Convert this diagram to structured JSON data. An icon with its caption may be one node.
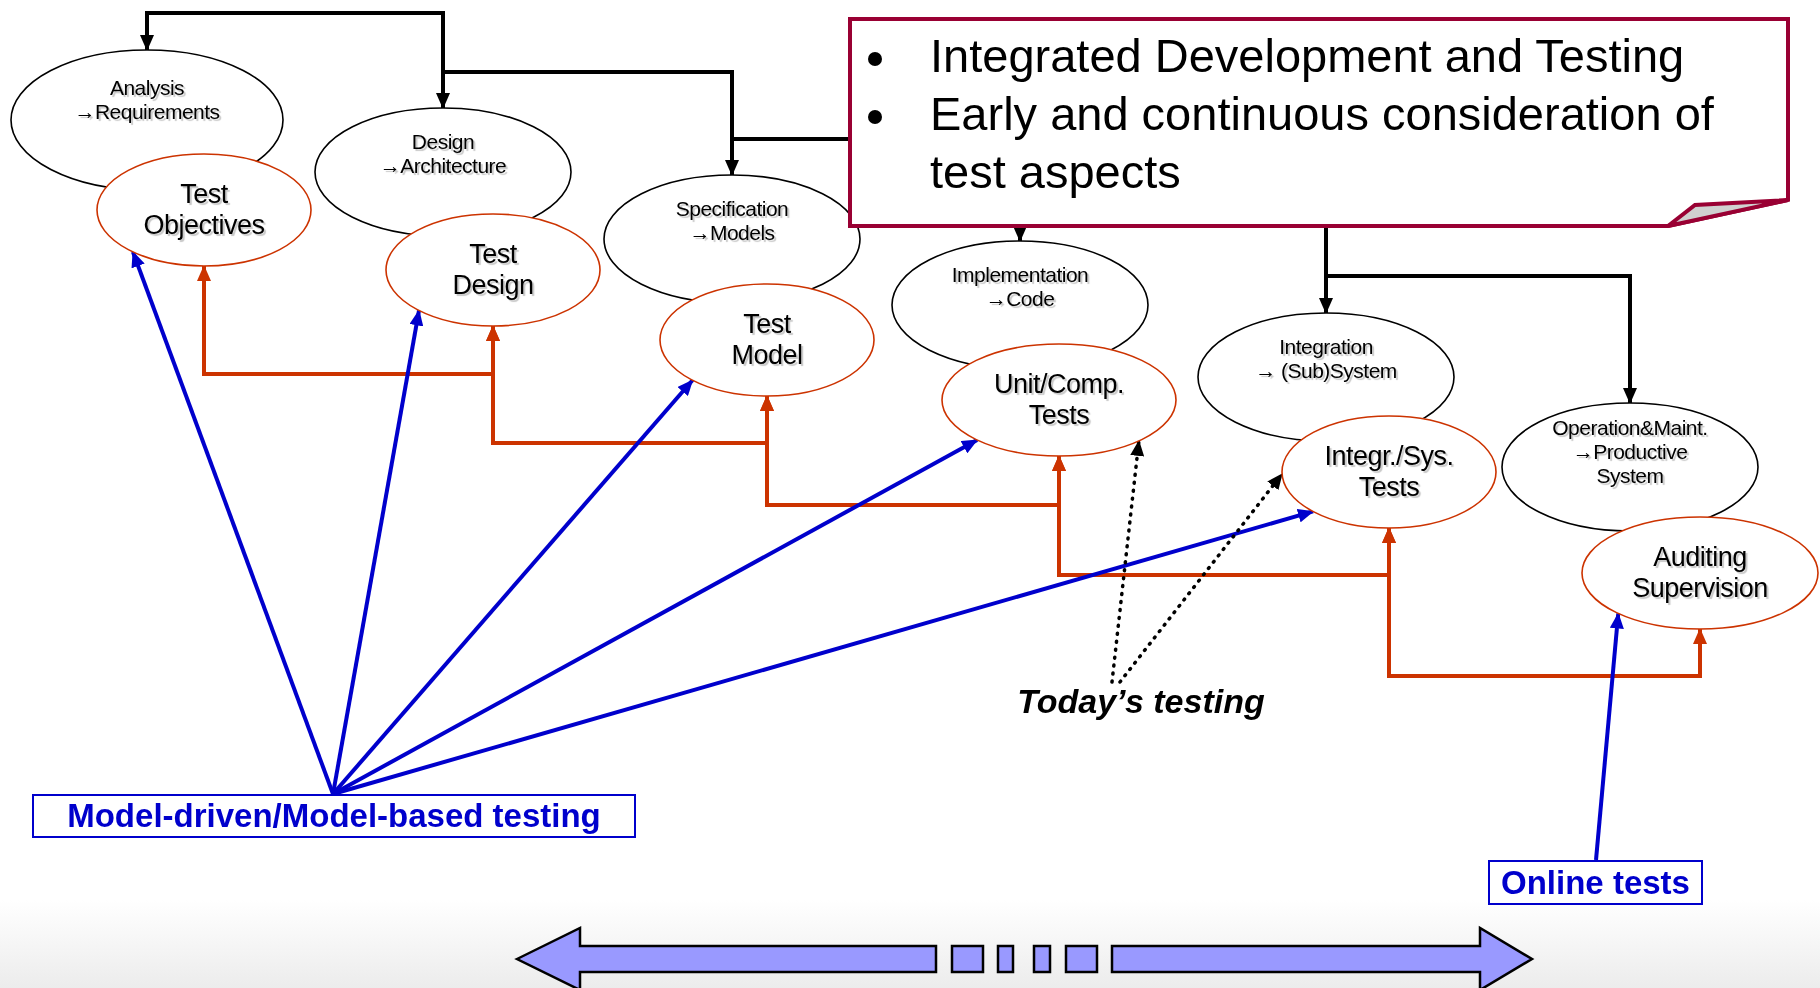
{
  "diagram": {
    "nodes": [
      {
        "text": [
          "Analysis",
          "→Requirements"
        ]
      },
      {
        "text": [
          "Test Objectives"
        ]
      },
      {
        "text": [
          "Design",
          "→Architecture"
        ]
      },
      {
        "text": [
          "Test Design"
        ]
      },
      {
        "text": [
          "Specification",
          "→Models"
        ]
      },
      {
        "text": [
          "Test Model"
        ]
      },
      {
        "text": [
          "Implementation",
          "→Code"
        ]
      },
      {
        "text": [
          "Unit/Comp. Tests"
        ]
      },
      {
        "text": [
          "Integration",
          "→ (Sub)System"
        ]
      },
      {
        "text": [
          "Integr./Sys. Tests"
        ]
      },
      {
        "text": [
          "Operation&Maint.",
          "→Productive System"
        ]
      },
      {
        "text": [
          "Auditing Supervision"
        ]
      },
      {
        "text": [
          "Integrated Development and Testing",
          "Early and continuous consideration of test aspects"
        ]
      },
      {
        "text": [
          "Model-driven/Model-based testing"
        ]
      },
      {
        "text": [
          "Online tests"
        ]
      },
      {
        "text": [
          "Today’s testing"
        ]
      }
    ],
    "edges": [
      {
        "from": 12,
        "to": 0,
        "arrow": "to"
      },
      {
        "from": 12,
        "to": 2,
        "arrow": "to"
      },
      {
        "from": 12,
        "to": 4,
        "arrow": "to"
      },
      {
        "from": 12,
        "to": 6,
        "arrow": "to"
      },
      {
        "from": 12,
        "to": 8,
        "arrow": "to"
      },
      {
        "from": 12,
        "to": 10,
        "arrow": "to"
      },
      {
        "from": 1,
        "to": 3,
        "arrow": "both",
        "color": "#cc3300"
      },
      {
        "from": 3,
        "to": 5,
        "arrow": "both",
        "color": "#cc3300"
      },
      {
        "from": 5,
        "to": 7,
        "arrow": "both",
        "color": "#cc3300"
      },
      {
        "from": 7,
        "to": 9,
        "arrow": "both",
        "color": "#cc3300"
      },
      {
        "from": 9,
        "to": 11,
        "arrow": "both",
        "color": "#cc3300"
      },
      {
        "from": 13,
        "to": 1,
        "arrow": "to",
        "color": "#0000cc"
      },
      {
        "from": 13,
        "to": 3,
        "arrow": "to",
        "color": "#0000cc"
      },
      {
        "from": 13,
        "to": 5,
        "arrow": "to",
        "color": "#0000cc"
      },
      {
        "from": 13,
        "to": 7,
        "arrow": "to",
        "color": "#0000cc"
      },
      {
        "from": 13,
        "to": 9,
        "arrow": "to",
        "color": "#0000cc"
      },
      {
        "from": 14,
        "to": 11,
        "arrow": "to",
        "color": "#0000cc"
      },
      {
        "from": 15,
        "to": 7,
        "arrow": "to",
        "style": "dashed"
      },
      {
        "from": 15,
        "to": 9,
        "arrow": "to",
        "style": "dashed"
      }
    ]
  }
}
